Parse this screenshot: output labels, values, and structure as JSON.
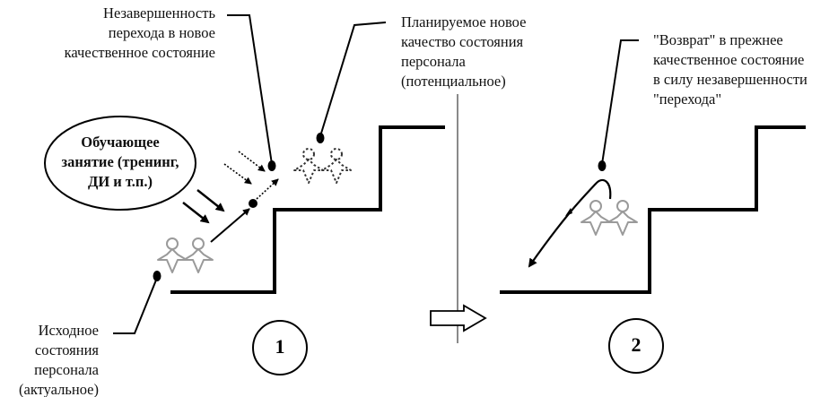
{
  "labels": {
    "incomplete_transition": [
      "Незавершенность",
      "перехода в новое",
      "качественное состояние"
    ],
    "planned_state": [
      "Планируемое новое",
      "качество состояния",
      "персонала",
      "(потенциальное)"
    ],
    "return_state": [
      "\"Возврат\" в прежнее",
      "качественное состояние",
      "в силу незавершенности",
      "\"перехода\""
    ],
    "initial_state": [
      "Исходное",
      "состояния",
      "персонала",
      "(актуальное)"
    ],
    "training": [
      "Обучающее",
      "занятие (тренинг,",
      "ДИ и т.п.)"
    ]
  },
  "stages": {
    "first": "1",
    "second": "2"
  },
  "colors": {
    "line": "#000000",
    "figure_gray": "#9a9a9a",
    "divider": "#8a8a8a",
    "dotted_figure": "#333333"
  }
}
